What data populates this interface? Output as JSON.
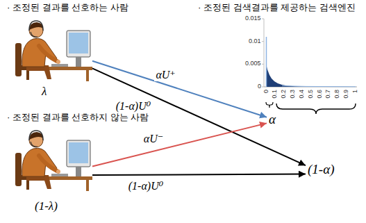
{
  "diagram": {
    "nodes": [
      {
        "text": [
          "· 조정된 결과를 선호하는 사람",
          "λ"
        ]
      },
      {
        "text": [
          "· 조정된 검색결과를 제공하는 검색엔진"
        ]
      },
      {
        "text": [
          "α"
        ]
      },
      {
        "text": [
          "· 조정된 결과를 선호하지 않는 사람",
          "(1-λ)"
        ]
      },
      {
        "text": [
          "(1-α)"
        ]
      }
    ],
    "edges": [
      {
        "from": 0,
        "to": 2,
        "arrow": "to",
        "label": "αU⁺"
      },
      {
        "from": 0,
        "to": 4,
        "arrow": "to",
        "label": "(1-α)U⁰"
      },
      {
        "from": 3,
        "to": 2,
        "arrow": "to",
        "label": "αU⁻"
      },
      {
        "from": 3,
        "to": 4,
        "arrow": "to",
        "label": "(1-α)U⁰"
      }
    ],
    "labels": [
      "0.015",
      "0.01",
      "0.005",
      "0",
      "0",
      "0.1",
      "0.2",
      "0.3",
      "0.4",
      "0.5",
      "0.6",
      "0.7",
      "0.8",
      "0.9",
      "1"
    ]
  }
}
